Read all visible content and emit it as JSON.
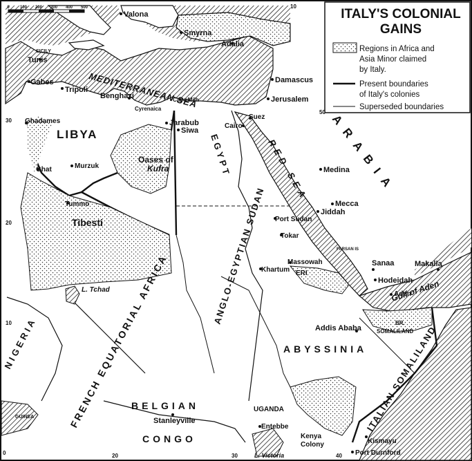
{
  "legend": {
    "title_line1": "ITALY'S COLONIAL",
    "title_line2": "GAINS",
    "item1_line1": "Regions in Africa and",
    "item1_line2": "Asia Minor claimed",
    "item1_line3": "by Italy.",
    "item2_line1": "Present boundaries",
    "item2_line2": "of Italy's colonies",
    "item3_line1": "Superseded boundaries"
  },
  "scale": {
    "ticks": [
      "0",
      "100",
      "200",
      "300",
      "400",
      "500"
    ]
  },
  "regions": {
    "libya": "LIBYA",
    "tibesti": "Tibesti",
    "oases_line1": "Oases of",
    "oases_line2": "Kufra",
    "egypt": "EGYPT",
    "arabia": "ARABIA",
    "red_sea": "RED SEA",
    "mediterranean": "MEDITERRANEAN SEA",
    "aes": "ANGLO-EGYPTIAN SUDAN",
    "abyssinia": "ABYSSINIA",
    "fea": "FRENCH EQUATORIAL AFRICA",
    "nigeria": "NIGERIA",
    "belgian": "BELGIAN",
    "congo": "CONGO",
    "it_somaliland": "ITALIAN SOMALILAND",
    "br_line1": "BR.",
    "br_line2": "SOMALILAND",
    "eri": "ERI",
    "gulf": "Gulf of Aden",
    "kenya_line1": "Kenya",
    "kenya_line2": "Colony",
    "uganda": "UGANDA",
    "sicily": "SICILY",
    "farsan": "FARSAN IS",
    "guinea": "GUINEA",
    "chad": "L. Tchad",
    "victoria": "L. Victoria"
  },
  "places": {
    "valona": "Valona",
    "smyrna": "Smyrna",
    "adalia": "Adalia",
    "tunis": "Tunis",
    "gabes": "Gabes",
    "tripoli": "Tripoli",
    "benghazi": "Benghazi",
    "cyrenaica": "Cyrenaica",
    "cape_milh": "Cape Milh",
    "damascus": "Damascus",
    "jerusalem": "Jerusalem",
    "suez": "Suez",
    "cairo": "Cairo",
    "jarabub": "Jarabub",
    "siwa": "Siwa",
    "ghadames": "Ghadames",
    "ghat": "Ghat",
    "murzuk": "Murzuk",
    "tummo": "Tummo",
    "medina": "Medina",
    "mecca": "Mecca",
    "jiddah": "Jiddah",
    "port_sudan": "Port Sudan",
    "tokar": "Tokar",
    "massowah": "Massowah",
    "khartum": "Khartum",
    "sanaa": "Sanaa",
    "hodeidah": "Hodeidah",
    "makalla": "Makalla",
    "aden": "Aden",
    "addis": "Addis Ababa",
    "stanleyville": "Stanleyville",
    "entebbe": "Entebbe",
    "kismayu": "Kismayu",
    "port_durnford": "Port Durnford"
  },
  "grid": {
    "n30": "30",
    "n20": "20",
    "n10": "10",
    "e10": "10",
    "e20": "20",
    "e30": "30",
    "e40": "40",
    "e50": "50",
    "eq": "0"
  }
}
